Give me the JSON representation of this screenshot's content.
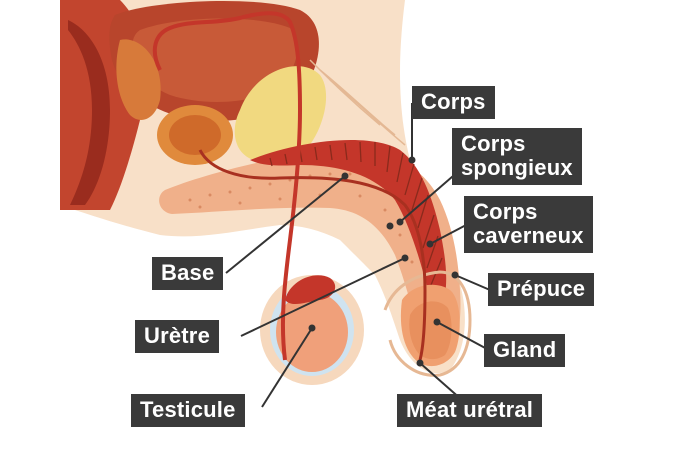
{
  "labels": {
    "corps": "Corps",
    "corps_spongieux_1": "Corps",
    "corps_spongieux_2": "spongieux",
    "corps_caverneux_1": "Corps",
    "corps_caverneux_2": "caverneux",
    "prepuce": "Prépuce",
    "base": "Base",
    "uretre": "Urètre",
    "gland": "Gland",
    "testicule": "Testicule",
    "meat_uretral": "Méat urétral"
  },
  "colors": {
    "label_bg": "#3a3a3a",
    "label_text": "#ffffff",
    "leader_line": "#333333",
    "skin": "#f6d8bd",
    "tissue_red": "#c4362a",
    "tissue_dark": "#8a2a1c",
    "spongy": "#f0b08a",
    "fat": "#f3dc8a"
  }
}
